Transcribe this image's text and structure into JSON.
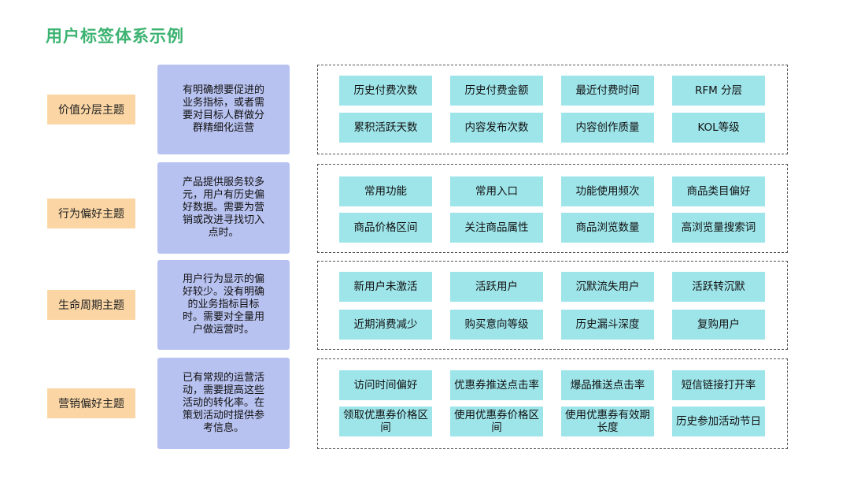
{
  "title": "用户标签体系示例",
  "rows": [
    {
      "theme": "价值分层主题",
      "desc": "有明确想要促进的业务指标，或者需要对目标人群做分群精细化运营",
      "tags": [
        "历史付费次数",
        "历史付费金额",
        "最近付费时间",
        "RFM 分层",
        "累积活跃天数",
        "内容发布次数",
        "内容创作质量",
        "KOL等级"
      ]
    },
    {
      "theme": "行为偏好主题",
      "desc": "产品提供服务较多元，用户有历史偏好数据。需要为营销或改进寻找切入点时。",
      "tags": [
        "常用功能",
        "常用入口",
        "功能使用频次",
        "商品类目偏好",
        "商品价格区间",
        "关注商品属性",
        "商品浏览数量",
        "高浏览量搜索词"
      ]
    },
    {
      "theme": "生命周期主题",
      "desc": "用户行为显示的偏好较少。没有明确的业务指标目标时。需要对全量用户做运营时。",
      "tags": [
        "新用户未激活",
        "活跃用户",
        "沉默流失用户",
        "活跃转沉默",
        "近期消费减少",
        "购买意向等级",
        "历史漏斗深度",
        "复购用户"
      ]
    },
    {
      "theme": "营销偏好主题",
      "desc": "已有常规的运营活动，需要提高这些活动的转化率。在策划活动时提供参考信息。",
      "tags": [
        "访问时间偏好",
        "优惠券推送点击率",
        "爆品推送点击率",
        "短信链接打开率",
        "领取优惠券价格区间",
        "使用优惠券价格区间",
        "使用优惠券有效期长度",
        "历史参加活动节日"
      ]
    }
  ]
}
